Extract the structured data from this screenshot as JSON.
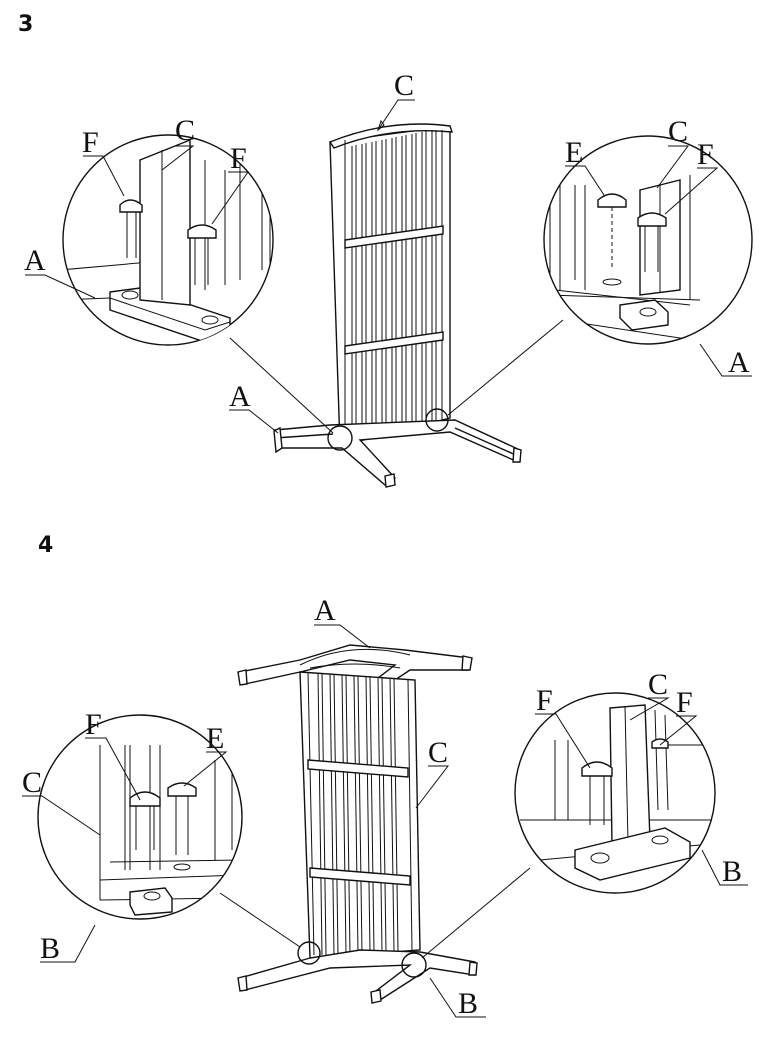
{
  "steps": [
    {
      "number": "3",
      "labels": {
        "screen_top": "C",
        "left_detail_f1": "F",
        "left_detail_c": "C",
        "left_detail_f2": "F",
        "left_detail_a": "A",
        "base_left_a": "A",
        "right_detail_e": "E",
        "right_detail_c": "C",
        "right_detail_f": "F",
        "right_detail_a": "A"
      }
    },
    {
      "number": "4",
      "labels": {
        "top_frame_a": "A",
        "left_detail_f": "F",
        "left_detail_e": "E",
        "left_detail_c": "C",
        "left_detail_b": "B",
        "screen_side_c": "C",
        "right_detail_c": "C",
        "right_detail_f1": "F",
        "right_detail_f2": "F",
        "right_detail_b": "B",
        "base_right_b": "B"
      }
    }
  ],
  "colors": {
    "ink": "#111111",
    "paper": "#ffffff"
  }
}
